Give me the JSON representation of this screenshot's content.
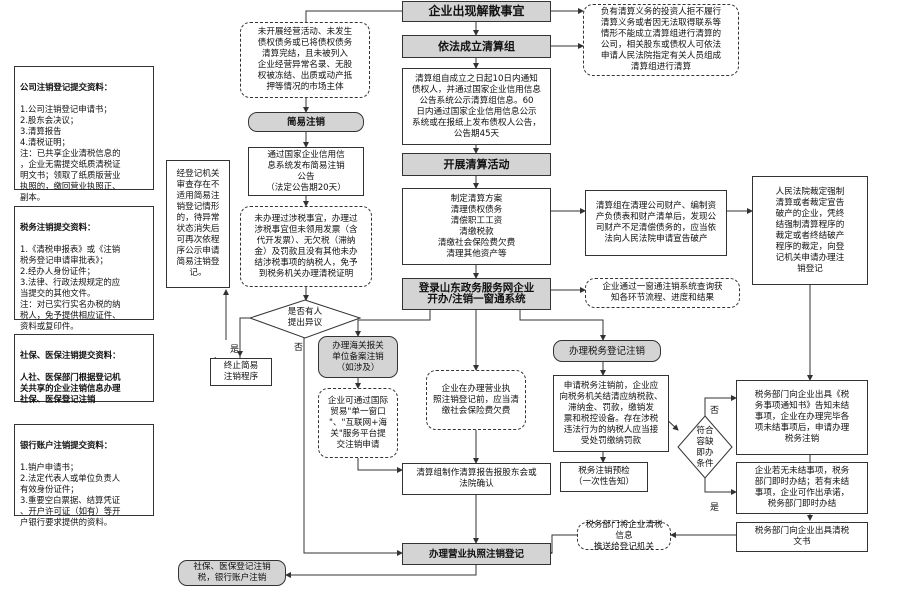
{
  "nodes": {
    "title": "企业出现解散事宜",
    "note_no_ops": "未开展经营活动、未发生\n债权债务或已将债权债务\n清算完结，且未被列入\n企业经营异常名录、无股\n权被冻结、出质或动产抵\n押等情况的市场主体",
    "simple_cancel": "简易注销",
    "simple_notice": "通过国家企业信用信\n息系统发布简易注销\n公告\n（法定公告期20天）",
    "registrar_check": "经登记机关\n审查存在不\n适用简易注\n销登记情形\n的，待异常\n状态消失后\n可再次依程\n序公示申请\n简易注销登\n记。",
    "tax_unrelated": "未办理过涉税事宜，办理过\n涉税事宜但未领用发票（含\n代开发票）、无欠税（滞纳\n金）及罚款且没有其他未办\n结涉税事项的纳税人，免予\n到税务机关办理清税证明",
    "objection": "是否有人\n提出异议",
    "yes": "是",
    "no": "否",
    "terminate_simple": "终止简易\n注销程序",
    "form_group": "依法成立清算组",
    "responsible_note": "负有清算义务的投资人拒不履行\n清算义务或者因无法取得联系等\n情形不能成立清算组进行清算的\n公司，相关股东或债权人可依法\n申请人民法院指定有关人员组成\n清算组进行清算",
    "group_notice": "清算组自成立之日起10日内通知\n债权人，并通过国家企业信用信息\n公告系统公示清算组信息。60\n日内通过国家企业信用信息公示\n系统或在报纸上发布债权人公告，\n公告期45天",
    "carry_out": "开展清算活动",
    "liquidation_tasks": "制定清算方案\n清理债权债务\n清偿职工工资\n清缴税款\n清缴社会保险费欠费\n清理其他资产等",
    "bankruptcy_note": "清算组在清理公司财产、编制资\n产负债表和财产清单后，发现公\n司财产不足清偿债务的，应当依\n法向人民法院申请宣告破产",
    "court_note": "人民法院裁定强制\n清算或者裁定宣告\n破产的企业，凭终\n结强制清算程序的\n裁定或者终结破产\n程序的裁定，向登\n记机关申请办理注\n销登记",
    "login_portal": "登录山东政务服务网企业\n开办/注销一窗通系统",
    "one_window_note": "企业通过一窗通注销系统查询获\n知各环节流程、进度和结果",
    "customs": "办理海关报关\n单位备案注销\n（如涉及）",
    "customs_note": "企业可通过国际\n贸易\"单一窗口\n\"、\"互联网+海\n关\"服务平台提\n交注销申请",
    "license_note": "企业在办理营业执\n照注销登记前，应当清\n缴社会保险费欠费",
    "tax_reg_cancel": "办理税务登记注销",
    "tax_apply_note": "申请税务注销前，企业应\n向税务机关结清应纳税款、\n滞纳金、罚款，缴销发\n票和税控设备。存在涉税\n违法行为的纳税人应当接\n受处罚缴纳罚款",
    "conditions": "符合\n容缺\n即办\n条件",
    "tax_precheck": "税务注销预检\n（一次性告知）",
    "tax_notice_doc": "税务部门向企业出具《税\n务事项通知书》告知未结\n事项，企业在办理完毕各\n项未结事项后，申请办理\n税务注销",
    "promise_note": "企业若无未结事项，税务\n部门即时办结；若有未结\n事项，企业可作出承诺，\n税务部门即时办结",
    "report_confirm": "清算组制作清算报告报股东会或\n法院确认",
    "push_info": "税务部门将企业清税信息\n推送给登记机关",
    "tax_clear_doc": "税务部门向企业出具清税\n文书",
    "final_cancel": "办理营业执照注销登记",
    "final_social": "社保、医保登记注销\n税，银行账户注销"
  },
  "side_panels": {
    "company": {
      "title": "公司注销登记提交资料：",
      "body": "1.公司注销登记申请书；\n2.股东会决议；\n3.清算报告\n4.清税证明；\n注：已共享企业清税信息的\n，企业无需提交纸质清税证\n明文书；领取了纸质版营业\n执照的，缴回营业执照正、\n副本。"
    },
    "tax": {
      "title": "税务注销提交资料：",
      "body": "1.《清税申报表》或《注销\n税务登记申请审批表》；\n2.经办人身份证件；\n3.法律、行政法规规定的应\n当提交的其他文件。\n注：对已实行实名办税的纳\n税人，免予提供相应证件、\n资料或复印件。"
    },
    "social": {
      "title": "社保、医保注销提交资料：",
      "body": "人社、医保部门根据登记机\n关共享的企业注销信息办理\n社保、医保登记注销"
    },
    "bank": {
      "title": "银行账户注销提交资料：",
      "body": "1.销户申请书；\n2.法定代表人或单位负责人\n有效身份证件；\n3.重要空白票据、结算凭证\n、开户许可证（如有）等开\n户银行要求提供的资料。"
    }
  }
}
